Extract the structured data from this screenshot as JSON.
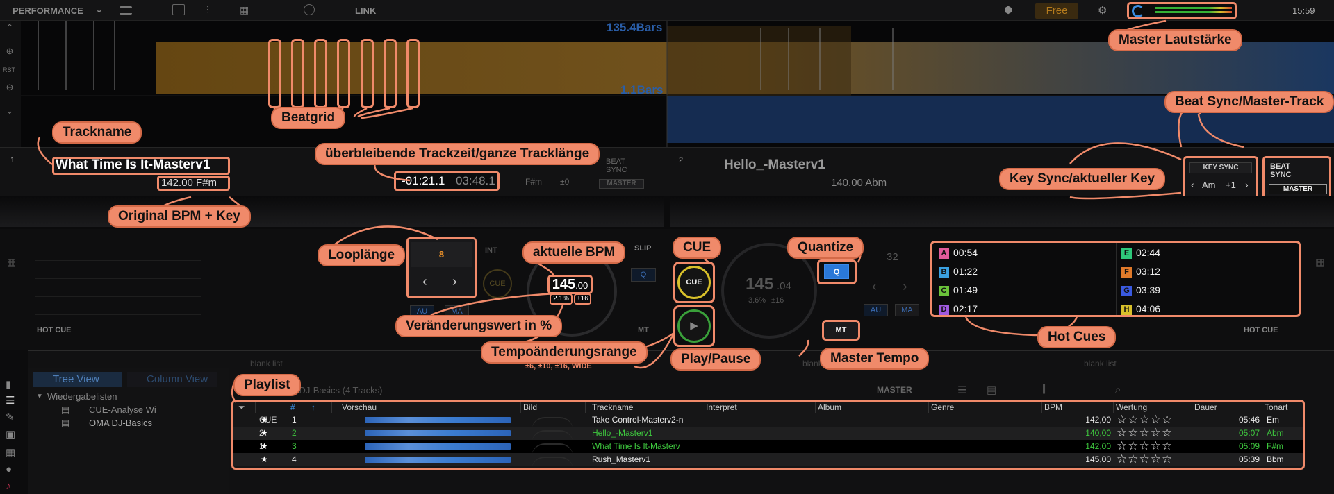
{
  "topbar": {
    "mode": "PERFORMANCE",
    "link": "LINK",
    "free": "Free",
    "time": "15:59"
  },
  "waveform": {
    "bars_top": "135.4Bars",
    "bars_bottom": "1.1Bars",
    "rst": "RST"
  },
  "deck1": {
    "num": "1",
    "title": "What Time Is It-Masterv1",
    "bpm_key": "142.00  F#m",
    "time_remaining": "-01:21.1",
    "time_total": "03:48.1",
    "key": "F#m",
    "key_offset": "±0",
    "beat_sync": "BEAT SYNC",
    "master": "MASTER",
    "loop_len": "8",
    "int": "INT",
    "cue": "CUE",
    "bpm": "145",
    "bpm_dec": ".00",
    "pitch_pct": "2.1%",
    "pitch_range": "±16",
    "slip": "SLIP",
    "q": "Q",
    "au": "AU",
    "ma": "MA",
    "mt": "MT",
    "hot_cue": "HOT CUE"
  },
  "deck2": {
    "num": "2",
    "title": "Hello_-Masterv1",
    "bpm_key": "140.00  Abm",
    "key_sync": "KEY SYNC",
    "key": "Am",
    "key_offset": "+1",
    "beat_sync": "BEAT SYNC",
    "master": "MASTER",
    "cue": "CUE",
    "bpm": "145",
    "bpm_dec": ".04",
    "pitch_pct": "3.6%",
    "pitch_range": "±16",
    "q": "Q",
    "loop": "32",
    "au": "AU",
    "ma": "MA",
    "mt": "MT",
    "hot_cue": "HOT CUE"
  },
  "hotcues": [
    {
      "letter": "A",
      "time": "00:54",
      "color": "#e05a9a"
    },
    {
      "letter": "B",
      "time": "01:22",
      "color": "#3aa0e0"
    },
    {
      "letter": "C",
      "time": "01:49",
      "color": "#6ac23a"
    },
    {
      "letter": "D",
      "time": "02:17",
      "color": "#a05ae0"
    },
    {
      "letter": "E",
      "time": "02:44",
      "color": "#2ec87a"
    },
    {
      "letter": "F",
      "time": "03:12",
      "color": "#e07a2a"
    },
    {
      "letter": "G",
      "time": "03:39",
      "color": "#3a5ae0"
    },
    {
      "letter": "H",
      "time": "04:06",
      "color": "#d8c02a"
    }
  ],
  "browser": {
    "tree_view": "Tree View",
    "column_view": "Column View",
    "tree_root": "Wiedergabelisten",
    "tree_items": [
      "CUE-Analyse Wi",
      "OMA DJ-Basics"
    ],
    "blank_list": "blank list",
    "playlist_title": "OMA DJ-Basics (4 Tracks)",
    "master": "MASTER",
    "headers": [
      "#",
      "Vorschau",
      "Bild",
      "Trackname",
      "Interpret",
      "Album",
      "Genre",
      "BPM",
      "Wertung",
      "Dauer",
      "Tonart"
    ],
    "rows": [
      {
        "num": "1",
        "tag": "CUE",
        "name": "Take Control-Masterv2-n",
        "bpm": "142,00",
        "rating": "☆☆☆☆☆",
        "dur": "05:46",
        "key": "Em",
        "color": "#e8e8e8",
        "bg": "#161617"
      },
      {
        "num": "2",
        "tag": "2",
        "name": "Hello_-Masterv1",
        "bpm": "140,00",
        "rating": "☆☆☆☆☆",
        "dur": "05:07",
        "key": "Abm",
        "color": "#3ec83e",
        "bg": "#1f1f20"
      },
      {
        "num": "3",
        "tag": "1",
        "name": "What Time Is It-Masterv",
        "bpm": "142,00",
        "rating": "☆☆☆☆☆",
        "dur": "05:09",
        "key": "F#m",
        "color": "#3ec83e",
        "bg": "#000000"
      },
      {
        "num": "4",
        "tag": "",
        "name": "Rush_Masterv1",
        "bpm": "145,00",
        "rating": "☆☆☆☆☆",
        "dur": "05:39",
        "key": "Bbm",
        "color": "#e8e8e8",
        "bg": "#1f1f20"
      }
    ]
  },
  "annotations": {
    "master_volume": "Master Lautstärke",
    "beatgrid": "Beatgrid",
    "beat_sync_master": "Beat Sync/Master-Track",
    "trackname": "Trackname",
    "remaining_time": "überbleibende Trackzeit/ganze Tracklänge",
    "key_sync": "Key Sync/aktueller Key",
    "orig_bpm_key": "Original BPM + Key",
    "loop_length": "Looplänge",
    "current_bpm": "aktuelle BPM",
    "cue": "CUE",
    "quantize": "Quantize",
    "change_value": "Veränderungswert in %",
    "tempo_range": "Tempoänderungsrange",
    "tempo_range_values": "±6, ±10, ±16, WIDE",
    "play_pause": "Play/Pause",
    "master_tempo": "Master Tempo",
    "hot_cues": "Hot Cues",
    "playlist": "Playlist"
  }
}
